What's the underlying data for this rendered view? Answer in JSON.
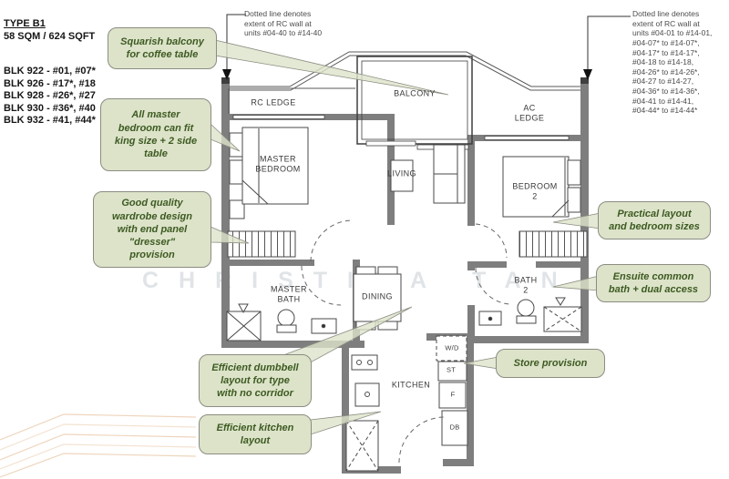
{
  "header": {
    "type_label": "TYPE B1",
    "size_label": "58 SQM / 624 SQFT",
    "blocks": [
      "BLK 922 - #01, #07*",
      "BLK 926 - #17*, #18",
      "BLK 928 - #26*, #27",
      "BLK 930 - #36*, #40",
      "BLK 932 - #41, #44*"
    ]
  },
  "notes": {
    "left": "Dotted line denotes\nextent of RC wall at\nunits #04-40 to #14-40",
    "right": "Dotted line denotes\nextent of RC wall at\nunits #04-01 to #14-01,\n#04-07* to #14-07*,\n#04-17* to #14-17*,\n#04-18 to #14-18,\n#04-26* to #14-26*,\n#04-27 to #14-27,\n#04-36* to #14-36*,\n#04-41 to #14-41,\n#04-44* to #14-44*"
  },
  "rooms": {
    "rc_ledge": "RC LEDGE",
    "balcony": "BALCONY",
    "ac_ledge": "AC\nLEDGE",
    "master_bedroom": "MASTER\nBEDROOM",
    "living": "LIVING",
    "bedroom2": "BEDROOM\n2",
    "master_bath": "MASTER\nBATH",
    "dining": "DINING",
    "bath2": "BATH\n2",
    "kitchen": "KITCHEN",
    "wd": "W/D",
    "st": "ST",
    "f": "F",
    "db": "DB"
  },
  "callouts": [
    {
      "id": "balcony-note",
      "text": "Squarish balcony\nfor coffee table"
    },
    {
      "id": "master-bed-note",
      "text": "All master\nbedroom can fit\nking size + 2 side\ntable"
    },
    {
      "id": "wardrobe-note",
      "text": "Good quality\nwardrobe design\nwith end panel\n\"dresser\"\nprovision"
    },
    {
      "id": "bedroom-layout-note",
      "text": "Practical layout\nand bedroom sizes"
    },
    {
      "id": "ensuite-note",
      "text": "Ensuite common\nbath + dual access"
    },
    {
      "id": "store-note",
      "text": "Store provision"
    },
    {
      "id": "dumbbell-note",
      "text": "Efficient dumbbell\nlayout for type\nwith no corridor"
    },
    {
      "id": "kitchen-note",
      "text": "Efficient kitchen\nlayout"
    }
  ],
  "watermark": "CHRISTINA TAN",
  "colors": {
    "callout_fill": "#dce3c9",
    "callout_border": "#8c8c82",
    "callout_text": "#3d5a21",
    "wall": "#7e7e7e",
    "swoosh": "#ecceb2"
  }
}
